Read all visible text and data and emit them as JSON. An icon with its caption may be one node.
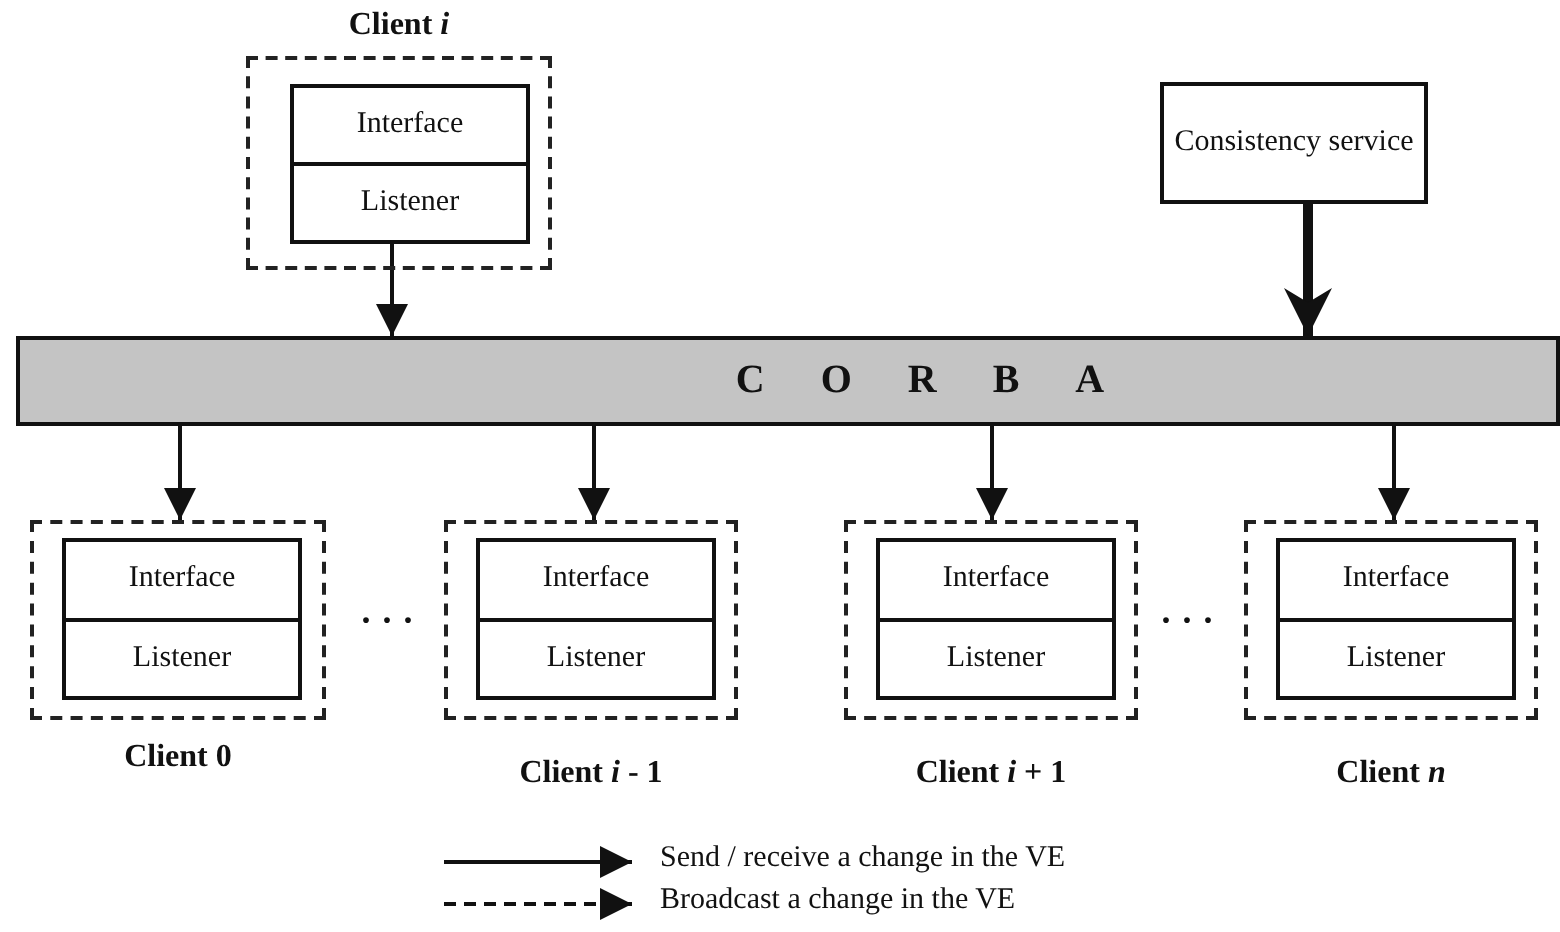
{
  "diagram": {
    "nodes": [
      {
        "text": [
          "Client *i*"
        ]
      },
      {
        "text": [
          "Interface",
          "Listener"
        ],
        "in": 0
      },
      {
        "text": [
          "Consistency service"
        ]
      },
      {
        "text": [
          "CORBA"
        ]
      },
      {
        "text": [
          "Client 0"
        ]
      },
      {
        "text": [
          "Interface",
          "Listener"
        ],
        "in": 4
      },
      {
        "text": [
          "Client *i* - 1"
        ]
      },
      {
        "text": [
          "Interface",
          "Listener"
        ],
        "in": 6
      },
      {
        "text": [
          "Client *i* + 1"
        ]
      },
      {
        "text": [
          "Interface",
          "Listener"
        ],
        "in": 8
      },
      {
        "text": [
          "Client *n*"
        ]
      },
      {
        "text": [
          "Interface",
          "Listener"
        ],
        "in": 10
      }
    ],
    "edges": [
      {
        "from": 1,
        "to": 3,
        "arrow": "to"
      },
      {
        "from": 2,
        "to": 3,
        "arrow": "to",
        "style": "thick"
      },
      {
        "from": 3,
        "to": 4,
        "arrow": "to"
      },
      {
        "from": 3,
        "to": 6,
        "arrow": "to"
      },
      {
        "from": 3,
        "to": 8,
        "arrow": "to"
      },
      {
        "from": 3,
        "to": 10,
        "arrow": "to"
      }
    ],
    "labels": [
      "· · ·",
      "· · ·"
    ],
    "legend": [
      {
        "text": "Send / receive a change in the VE"
      },
      {
        "text": "Broadcast a change in the VE"
      }
    ]
  }
}
